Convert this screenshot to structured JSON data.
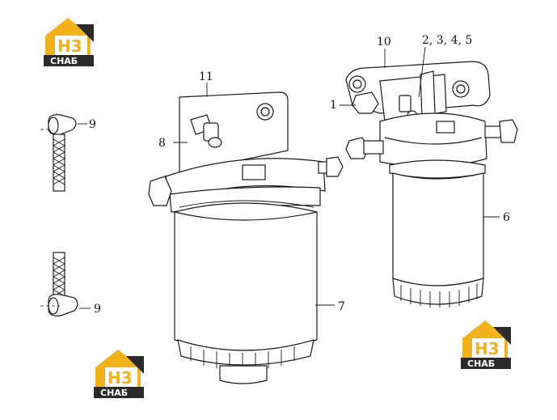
{
  "logos": [
    {
      "mark": "H3",
      "caption": "CHAБ"
    },
    {
      "mark": "H3",
      "caption": "CHAБ"
    },
    {
      "mark": "H3",
      "caption": "CHAБ"
    }
  ],
  "callouts": {
    "c1": "1",
    "c2345": "2, 3, 4, 5",
    "c6": "6",
    "c7": "7",
    "c8": "8",
    "c9a": "9",
    "c9b": "9",
    "c10": "10",
    "c11": "11"
  },
  "colors": {
    "logo_yellow": "#f2b21b",
    "logo_dark": "#2b2b2b",
    "line": "#1a1a1a"
  }
}
